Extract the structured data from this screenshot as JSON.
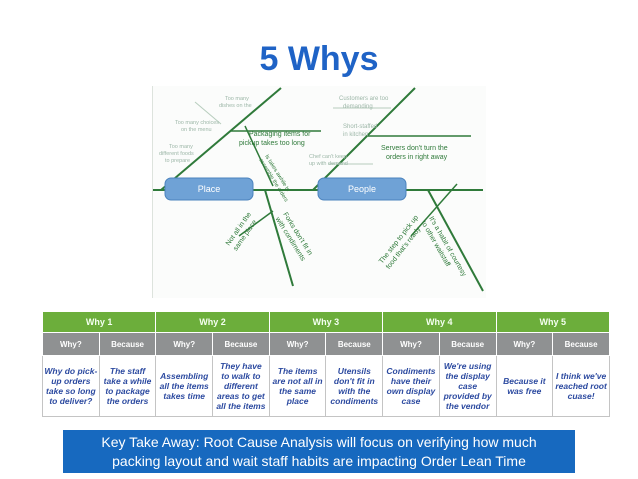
{
  "title": "5 Whys",
  "fishbone": {
    "boxes": {
      "place": "Place",
      "people": "People"
    },
    "left_rib_top": [
      "Packaging items for",
      "pickup takes too long"
    ],
    "mid_diag": [
      "Is takes awhile to",
      "assemble the orders"
    ],
    "right_rib_top": [
      "Servers don't turn the",
      "orders in right away"
    ],
    "lower_left_1": [
      "Not all in the",
      "same place"
    ],
    "lower_left_2": [
      "Forks don't fit in",
      "with condiments"
    ],
    "lower_right_1": [
      "The step to pick up",
      "food that's ready"
    ],
    "lower_right_2": [
      "It's a habit of courtesy",
      "to other waitstaff"
    ],
    "faint": [
      "Too many",
      "dishes on the",
      "Too many choices",
      "on the menu",
      "Too many",
      "different foods",
      "to prepare",
      "Customers are too",
      "demanding",
      "Short-staffed",
      "in kitchen",
      "Chef can't keep",
      "up with demand"
    ],
    "colors": {
      "line": "#2f7a3a",
      "box": "#6fa2d6"
    }
  },
  "table": {
    "headers": [
      "Why 1",
      "Why 2",
      "Why 3",
      "Why 4",
      "Why 5"
    ],
    "subheaders": [
      "Why?",
      "Because",
      "Why?",
      "Because",
      "Why?",
      "Because",
      "Why?",
      "Because",
      "Why?",
      "Because"
    ],
    "cells": [
      [
        "Why do pick-",
        "up orders",
        "take so long",
        "to deliver?"
      ],
      [
        "The staff",
        "take a while",
        "to package",
        "the orders"
      ],
      [
        "Assembling",
        "all the items",
        "takes time"
      ],
      [
        "They have",
        "to walk to",
        "different",
        "areas to get",
        "all the items"
      ],
      [
        "The items",
        "are not all in",
        "the same",
        "place"
      ],
      [
        "Utensils",
        "don't fit in",
        "with the",
        "condiments"
      ],
      [
        "Condiments",
        "have their",
        "own display",
        "case"
      ],
      [
        "We're using",
        "the display",
        "case",
        "provided by",
        "the vendor"
      ],
      [
        "Because it",
        "was free"
      ],
      [
        "I think we've",
        "reached root",
        "cuase!"
      ]
    ],
    "colors": {
      "header": "#6cae3b",
      "subheader": "#8f9192",
      "text": "#2c4aa0"
    }
  },
  "takeaway": {
    "line1": "Key Take Away: Root Cause Analysis will focus on verifying how much",
    "line2": "packing layout and wait staff habits are impacting Order  Lean Time"
  }
}
